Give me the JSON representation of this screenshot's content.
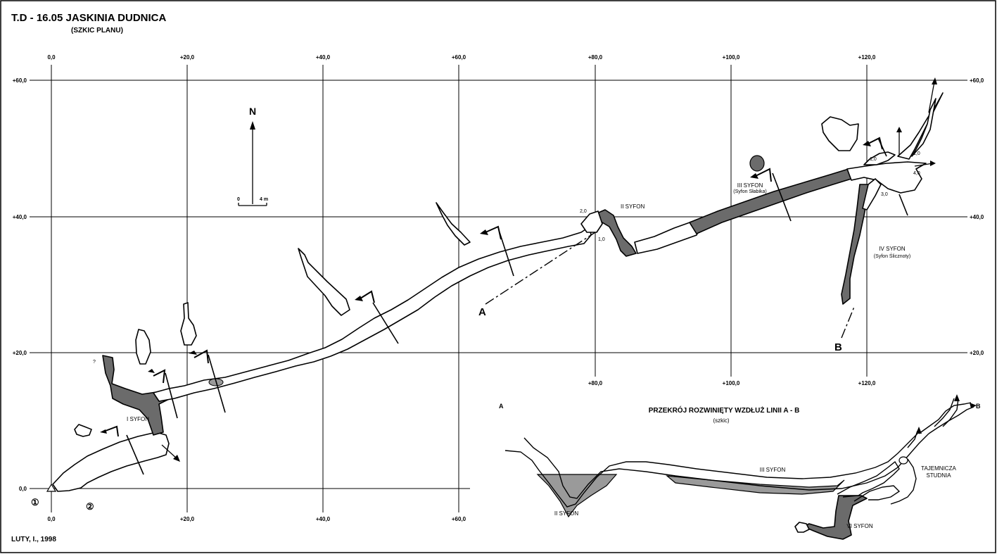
{
  "title": "T.D - 16.05  JASKINIA DUDNICA",
  "subtitle": "(SZKIC PLANU)",
  "author": "LUTY, I., 1998",
  "north": {
    "label": "N",
    "scale_start": "0",
    "scale_end": "4 m"
  },
  "grid": {
    "x_top": [
      "0,0",
      "+20,0",
      "+40,0",
      "+60,0",
      "+80,0",
      "+100,0",
      "+120,0"
    ],
    "x_bottom_left": [
      "0,0",
      "+20,0",
      "+40,0",
      "+60,0"
    ],
    "x_bottom_right": [
      "+80,0",
      "+100,0",
      "+120,0"
    ],
    "y_left": [
      "+60,0",
      "+40,0",
      "+20,0",
      "0,0"
    ],
    "y_right": [
      "+60,0",
      "+40,0",
      "+20,0"
    ]
  },
  "plan_labels": {
    "syfon1": "I SYFON",
    "syfon2": "II SYFON",
    "syfon3": "III SYFON",
    "syfon3_name": "(Syfon Słabika)",
    "syfon4": "IV SYFON",
    "syfon4_name": "(Syfon Ślicznoty)",
    "line_a": "A",
    "line_b": "B",
    "question": "?",
    "entrance1": "①",
    "entrance2": "②",
    "depths": {
      "d1": "2,0",
      "d2": "1,0",
      "d3": "1,0",
      "d4": "1,0",
      "d5": "4,0",
      "d6": "3,0"
    }
  },
  "section": {
    "title": "PRZEKRÓJ  ROZWINIĘTY  WZDŁUŻ  LINII  A - B",
    "subtitle": "(szkic)",
    "end_a": "A",
    "end_b": "B",
    "syfon2": "II SYFON",
    "syfon3": "III SYFON",
    "syfon6": "VI SYFON",
    "well_line1": "TAJEMNICZA",
    "well_line2": "STUDNIA"
  },
  "colors": {
    "water": "#6b6b6b",
    "water_light": "#9a9a9a",
    "line": "#000000",
    "background": "#ffffff"
  }
}
